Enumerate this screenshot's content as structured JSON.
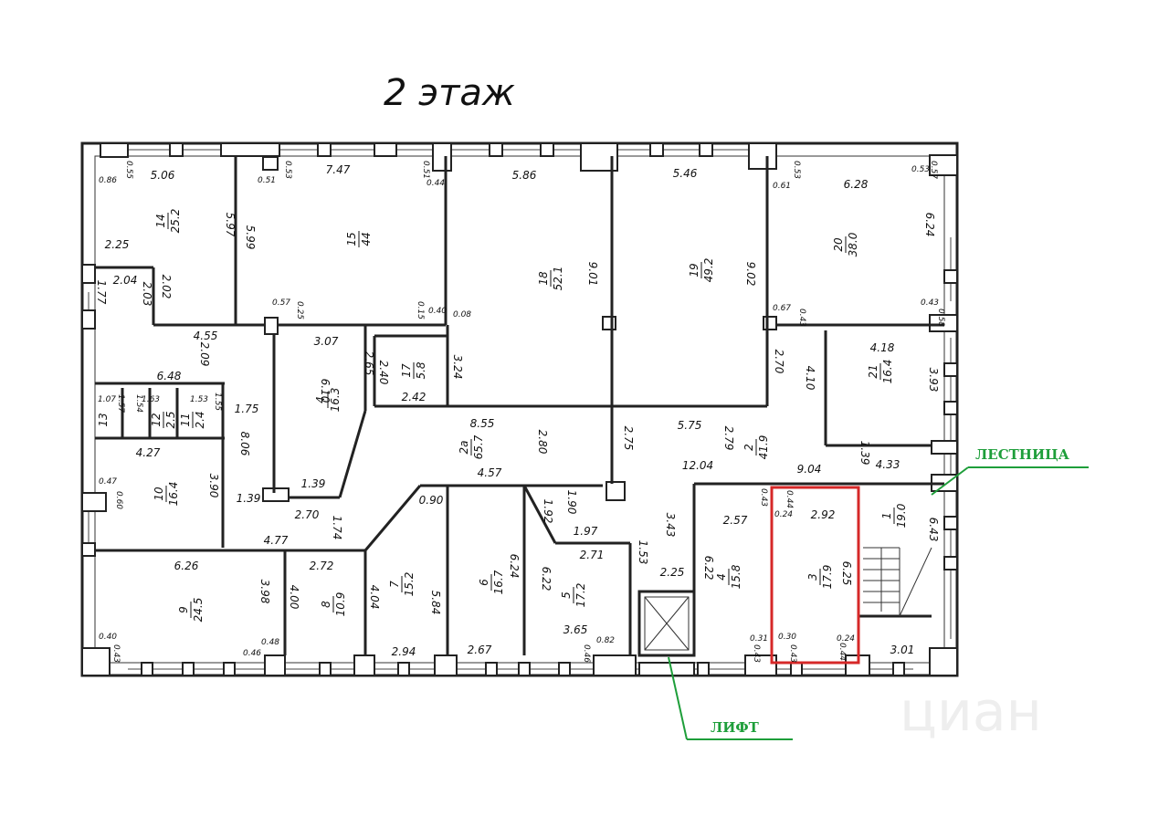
{
  "title": "2 этаж",
  "watermark": "циан",
  "callouts": {
    "stairs": "ЛЕСТНИЦА",
    "lift": "ЛИФТ"
  },
  "colors": {
    "walls": "#222222",
    "callout": "#1e9e3a",
    "highlight": "#d62828"
  },
  "rooms": [
    {
      "num": "14",
      "area": "25.2"
    },
    {
      "num": "15",
      "area": "44"
    },
    {
      "num": "18",
      "area": "52.1"
    },
    {
      "num": "19",
      "area": "49.2"
    },
    {
      "num": "20",
      "area": "38.0"
    },
    {
      "num": "21",
      "area": "16.4"
    },
    {
      "num": "17",
      "area": "5.8"
    },
    {
      "num": "4",
      "area": "16.3"
    },
    {
      "num": "2a",
      "area": "65.7"
    },
    {
      "num": "2",
      "area": "41.9"
    },
    {
      "num": "1",
      "area": "19.0"
    },
    {
      "num": "13",
      "area": ""
    },
    {
      "num": "12",
      "area": "2.5"
    },
    {
      "num": "11",
      "area": "2.4"
    },
    {
      "num": "10",
      "area": "16.4"
    },
    {
      "num": "9",
      "area": "24.5"
    },
    {
      "num": "8",
      "area": "10.9"
    },
    {
      "num": "7",
      "area": "15.2"
    },
    {
      "num": "6",
      "area": "16.7"
    },
    {
      "num": "5",
      "area": "17.2"
    },
    {
      "num": "4",
      "area": "15.8"
    },
    {
      "num": "3",
      "area": "17.9"
    }
  ],
  "dimensions": [
    "5.06",
    "7.47",
    "5.86",
    "5.46",
    "6.28",
    "5.97",
    "5.99",
    "9.01",
    "9.02",
    "6.24",
    "2.25",
    "2.04",
    "2.03",
    "2.02",
    "4.55",
    "2.09",
    "3.07",
    "2.65",
    "2.40",
    "3.24",
    "2.42",
    "6.10",
    "6.48",
    "1.75",
    "8.06",
    "4.27",
    "3.90",
    "1.39",
    "1.39",
    "2.70",
    "1.74",
    "4.77",
    "8.55",
    "2.80",
    "2.75",
    "5.75",
    "2.79",
    "4.10",
    "2.70",
    "4.18",
    "3.93",
    "12.04",
    "9.04",
    "1.39",
    "4.33",
    "6.43",
    "4.57",
    "0.90",
    "5.84",
    "1.92",
    "6.24",
    "1.90",
    "1.97",
    "2.71",
    "6.22",
    "3.43",
    "2.25",
    "1.53",
    "2.57",
    "2.92",
    "6.22",
    "6.25",
    "6.26",
    "3.98",
    "4.00",
    "2.72",
    "4.04",
    "2.94",
    "2.67",
    "3.65",
    "3.01",
    "1.77"
  ],
  "small_dims": [
    "0.55",
    "0.86",
    "0.53",
    "0.51",
    "0.51",
    "0.44",
    "0.53",
    "0.61",
    "0.57",
    "0.53",
    "0.57",
    "0.25",
    "0.15",
    "0.40",
    "0.08",
    "0.67",
    "0.43",
    "0.58",
    "0.43",
    "1.07",
    "1.57",
    "1.63",
    "1.54",
    "1.53",
    "1.55",
    "0.47",
    "0.60",
    "0.40",
    "0.43",
    "0.46",
    "0.48",
    "0.46",
    "0.82",
    "0.31",
    "0.43",
    "0.30",
    "0.43",
    "0.24",
    "0.44",
    "0.43",
    "0.44",
    "0.24"
  ]
}
